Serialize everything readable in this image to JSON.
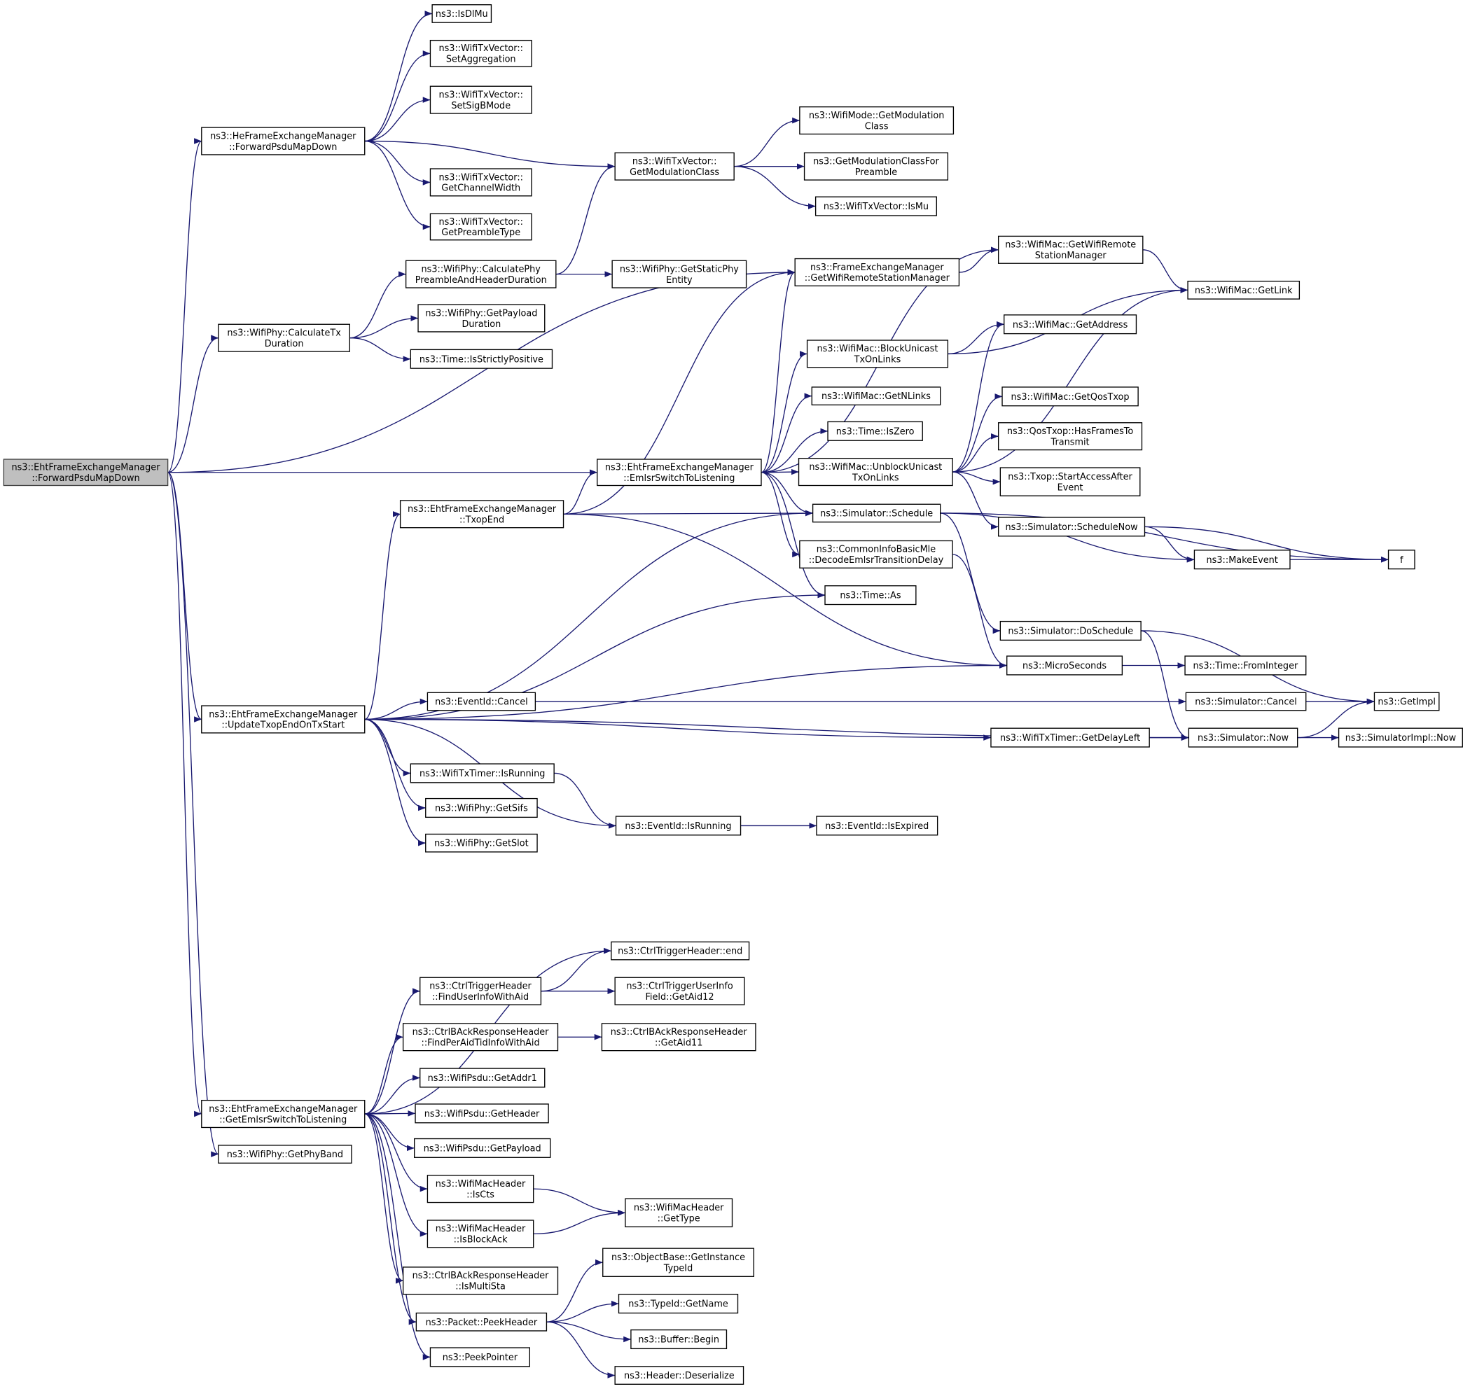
{
  "colors": {
    "edge": "#191970",
    "truncated_border": "#ff0000",
    "root_fill": "#bfbfbf",
    "node_border": "#000000"
  },
  "nodes": [
    {
      "id": 1,
      "lines": [
        "ns3::EhtFrameExchangeManager",
        "::ForwardPsduMapDown"
      ],
      "kind": "root"
    },
    {
      "id": 2,
      "lines": [
        "ns3::IsDlMu"
      ]
    },
    {
      "id": 3,
      "lines": [
        "ns3::WifiTxVector::",
        "SetAggregation"
      ]
    },
    {
      "id": 4,
      "lines": [
        "ns3::WifiTxVector::",
        "SetSigBMode"
      ]
    },
    {
      "id": 5,
      "lines": [
        "ns3::HeFrameExchangeManager",
        "::ForwardPsduMapDown"
      ]
    },
    {
      "id": 6,
      "lines": [
        "ns3::WifiTxVector::",
        "GetChannelWidth"
      ]
    },
    {
      "id": 7,
      "lines": [
        "ns3::WifiTxVector::",
        "GetPreambleType"
      ]
    },
    {
      "id": 8,
      "lines": [
        "ns3::WifiTxVector::",
        "GetModulationClass"
      ]
    },
    {
      "id": 9,
      "lines": [
        "ns3::WifiMode::GetModulation",
        "Class"
      ],
      "kind": "truncated"
    },
    {
      "id": 10,
      "lines": [
        "ns3::GetModulationClassFor",
        "Preamble"
      ]
    },
    {
      "id": 11,
      "lines": [
        "ns3::WifiTxVector::IsMu"
      ],
      "kind": "truncated"
    },
    {
      "id": 12,
      "lines": [
        "ns3::WifiPhy::CalculatePhy",
        "PreambleAndHeaderDuration"
      ]
    },
    {
      "id": 13,
      "lines": [
        "ns3::WifiPhy::GetStaticPhy",
        "Entity"
      ],
      "kind": "truncated"
    },
    {
      "id": 14,
      "lines": [
        "ns3::WifiPhy::CalculateTx",
        "Duration"
      ]
    },
    {
      "id": 15,
      "lines": [
        "ns3::WifiPhy::GetPayload",
        "Duration"
      ]
    },
    {
      "id": 16,
      "lines": [
        "ns3::Time::IsStrictlyPositive"
      ]
    },
    {
      "id": 17,
      "lines": [
        "ns3::FrameExchangeManager",
        "::GetWifiRemoteStationManager"
      ]
    },
    {
      "id": 18,
      "lines": [
        "ns3::WifiMac::GetWifiRemote",
        "StationManager"
      ]
    },
    {
      "id": 19,
      "lines": [
        "ns3::WifiMac::GetLink"
      ]
    },
    {
      "id": 20,
      "lines": [
        "ns3::WifiMac::BlockUnicast",
        "TxOnLinks"
      ]
    },
    {
      "id": 21,
      "lines": [
        "ns3::WifiMac::GetAddress"
      ]
    },
    {
      "id": 22,
      "lines": [
        "ns3::WifiMac::GetNLinks"
      ]
    },
    {
      "id": 23,
      "lines": [
        "ns3::WifiMac::GetQosTxop"
      ]
    },
    {
      "id": 24,
      "lines": [
        "ns3::Time::IsZero"
      ]
    },
    {
      "id": 25,
      "lines": [
        "ns3::QosTxop::HasFramesTo",
        "Transmit"
      ]
    },
    {
      "id": 26,
      "lines": [
        "ns3::EhtFrameExchangeManager",
        "::EmlsrSwitchToListening"
      ]
    },
    {
      "id": 27,
      "lines": [
        "ns3::WifiMac::UnblockUnicast",
        "TxOnLinks"
      ]
    },
    {
      "id": 28,
      "lines": [
        "ns3::Txop::StartAccessAfter",
        "Event"
      ],
      "kind": "truncated"
    },
    {
      "id": 29,
      "lines": [
        "ns3::EhtFrameExchangeManager",
        "::TxopEnd"
      ],
      "kind": "truncated"
    },
    {
      "id": 30,
      "lines": [
        "ns3::Simulator::Schedule"
      ]
    },
    {
      "id": 31,
      "lines": [
        "ns3::Simulator::ScheduleNow"
      ],
      "kind": "truncated"
    },
    {
      "id": 32,
      "lines": [
        "ns3::CommonInfoBasicMle",
        "::DecodeEmlsrTransitionDelay"
      ]
    },
    {
      "id": 33,
      "lines": [
        "ns3::MakeEvent"
      ]
    },
    {
      "id": 34,
      "lines": [
        "f"
      ]
    },
    {
      "id": 35,
      "lines": [
        "ns3::Time::As"
      ]
    },
    {
      "id": 36,
      "lines": [
        "ns3::Simulator::DoSchedule"
      ],
      "kind": "truncated"
    },
    {
      "id": 37,
      "lines": [
        "ns3::MicroSeconds"
      ]
    },
    {
      "id": 38,
      "lines": [
        "ns3::Time::FromInteger"
      ],
      "kind": "truncated"
    },
    {
      "id": 39,
      "lines": [
        "ns3::EventId::Cancel"
      ]
    },
    {
      "id": 40,
      "lines": [
        "ns3::Simulator::Cancel"
      ],
      "kind": "truncated"
    },
    {
      "id": 41,
      "lines": [
        "ns3::GetImpl"
      ],
      "kind": "truncated"
    },
    {
      "id": 42,
      "lines": [
        "ns3::EhtFrameExchangeManager",
        "::UpdateTxopEndOnTxStart"
      ]
    },
    {
      "id": 43,
      "lines": [
        "ns3::WifiTxTimer::GetDelayLeft"
      ]
    },
    {
      "id": 44,
      "lines": [
        "ns3::Simulator::Now"
      ]
    },
    {
      "id": 45,
      "lines": [
        "ns3::SimulatorImpl::Now"
      ]
    },
    {
      "id": 46,
      "lines": [
        "ns3::WifiTxTimer::IsRunning"
      ]
    },
    {
      "id": 47,
      "lines": [
        "ns3::WifiPhy::GetSifs"
      ]
    },
    {
      "id": 48,
      "lines": [
        "ns3::EventId::IsRunning"
      ]
    },
    {
      "id": 49,
      "lines": [
        "ns3::EventId::IsExpired"
      ],
      "kind": "truncated"
    },
    {
      "id": 50,
      "lines": [
        "ns3::WifiPhy::GetSlot"
      ]
    },
    {
      "id": 51,
      "lines": [
        "ns3::CtrlTriggerHeader::end"
      ]
    },
    {
      "id": 52,
      "lines": [
        "ns3::CtrlTriggerHeader",
        "::FindUserInfoWithAid"
      ]
    },
    {
      "id": 53,
      "lines": [
        "ns3::CtrlTriggerUserInfo",
        "Field::GetAid12"
      ]
    },
    {
      "id": 54,
      "lines": [
        "ns3::CtrlBAckResponseHeader",
        "::FindPerAidTidInfoWithAid"
      ]
    },
    {
      "id": 55,
      "lines": [
        "ns3::CtrlBAckResponseHeader",
        "::GetAid11"
      ]
    },
    {
      "id": 56,
      "lines": [
        "ns3::WifiPsdu::GetAddr1"
      ]
    },
    {
      "id": 57,
      "lines": [
        "ns3::EhtFrameExchangeManager",
        "::GetEmlsrSwitchToListening"
      ]
    },
    {
      "id": 58,
      "lines": [
        "ns3::WifiPsdu::GetHeader"
      ]
    },
    {
      "id": 59,
      "lines": [
        "ns3::WifiPhy::GetPhyBand"
      ]
    },
    {
      "id": 60,
      "lines": [
        "ns3::WifiPsdu::GetPayload"
      ]
    },
    {
      "id": 61,
      "lines": [
        "ns3::WifiMacHeader",
        "::IsCts"
      ]
    },
    {
      "id": 62,
      "lines": [
        "ns3::WifiMacHeader",
        "::GetType"
      ]
    },
    {
      "id": 63,
      "lines": [
        "ns3::WifiMacHeader",
        "::IsBlockAck"
      ]
    },
    {
      "id": 64,
      "lines": [
        "ns3::CtrlBAckResponseHeader",
        "::IsMultiSta"
      ]
    },
    {
      "id": 65,
      "lines": [
        "ns3::ObjectBase::GetInstance",
        "TypeId"
      ]
    },
    {
      "id": 66,
      "lines": [
        "ns3::TypeId::GetName"
      ],
      "kind": "truncated"
    },
    {
      "id": 67,
      "lines": [
        "ns3::Packet::PeekHeader"
      ]
    },
    {
      "id": 68,
      "lines": [
        "ns3::Buffer::Begin"
      ],
      "kind": "truncated"
    },
    {
      "id": 69,
      "lines": [
        "ns3::PeekPointer"
      ]
    },
    {
      "id": 70,
      "lines": [
        "ns3::Header::Deserialize"
      ]
    }
  ],
  "edges": [
    [
      5,
      2
    ],
    [
      5,
      3
    ],
    [
      5,
      4
    ],
    [
      5,
      6
    ],
    [
      5,
      7
    ],
    [
      5,
      8
    ],
    [
      8,
      9
    ],
    [
      8,
      10
    ],
    [
      8,
      11
    ],
    [
      12,
      8
    ],
    [
      12,
      13
    ],
    [
      14,
      12
    ],
    [
      14,
      15
    ],
    [
      14,
      16
    ],
    [
      1,
      5
    ],
    [
      1,
      14
    ],
    [
      1,
      17
    ],
    [
      1,
      26
    ],
    [
      1,
      42
    ],
    [
      1,
      57
    ],
    [
      1,
      59
    ],
    [
      17,
      18
    ],
    [
      18,
      19
    ],
    [
      26,
      17
    ],
    [
      26,
      18
    ],
    [
      26,
      20
    ],
    [
      26,
      22
    ],
    [
      26,
      24
    ],
    [
      26,
      27
    ],
    [
      26,
      30
    ],
    [
      26,
      32
    ],
    [
      26,
      35
    ],
    [
      20,
      19
    ],
    [
      20,
      21
    ],
    [
      27,
      19
    ],
    [
      27,
      21
    ],
    [
      27,
      23
    ],
    [
      27,
      25
    ],
    [
      27,
      28
    ],
    [
      27,
      31
    ],
    [
      29,
      17
    ],
    [
      29,
      26
    ],
    [
      29,
      30
    ],
    [
      29,
      37
    ],
    [
      30,
      33
    ],
    [
      30,
      34
    ],
    [
      30,
      36
    ],
    [
      31,
      33
    ],
    [
      31,
      34
    ],
    [
      33,
      34
    ],
    [
      32,
      37
    ],
    [
      36,
      41
    ],
    [
      36,
      44
    ],
    [
      37,
      38
    ],
    [
      39,
      40
    ],
    [
      40,
      41
    ],
    [
      42,
      29
    ],
    [
      42,
      30
    ],
    [
      42,
      35
    ],
    [
      42,
      37
    ],
    [
      42,
      39
    ],
    [
      42,
      43
    ],
    [
      42,
      46
    ],
    [
      42,
      47
    ],
    [
      42,
      50
    ],
    [
      42,
      48
    ],
    [
      42,
      44
    ],
    [
      43,
      44
    ],
    [
      44,
      41
    ],
    [
      44,
      45
    ],
    [
      46,
      48
    ],
    [
      48,
      49
    ],
    [
      57,
      51
    ],
    [
      57,
      52
    ],
    [
      57,
      54
    ],
    [
      57,
      56
    ],
    [
      57,
      58
    ],
    [
      57,
      60
    ],
    [
      57,
      61
    ],
    [
      57,
      63
    ],
    [
      57,
      64
    ],
    [
      57,
      67
    ],
    [
      57,
      69
    ],
    [
      52,
      51
    ],
    [
      52,
      53
    ],
    [
      54,
      55
    ],
    [
      61,
      62
    ],
    [
      63,
      62
    ],
    [
      67,
      65
    ],
    [
      67,
      66
    ],
    [
      67,
      68
    ],
    [
      67,
      70
    ]
  ]
}
